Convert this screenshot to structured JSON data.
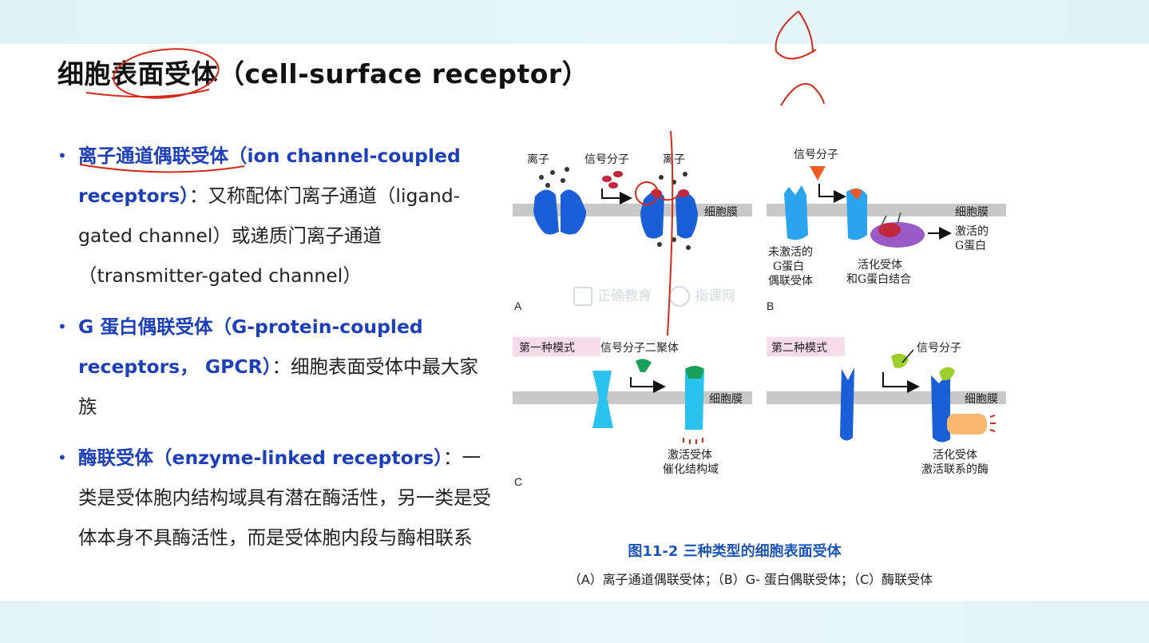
{
  "slide": {
    "title": "细胞表面受体（cell-surface receptor）"
  },
  "bullets": [
    {
      "highlight": "离子通道偶联受体（ion channel-coupled receptors）",
      "rest": "：又称配体门离子通道（ligand-gated channel）或递质门离子通道（transmitter-gated channel）"
    },
    {
      "highlight": "G 蛋白偶联受体（G-protein-coupled receptors， GPCR）",
      "rest": "：细胞表面受体中最大家族"
    },
    {
      "highlight": "酶联受体（enzyme-linked receptors）",
      "rest": "：一类是受体胞内结构域具有潜在酶活性，另一类是受体本身不具酶活性，而是受体胞内段与酶相联系"
    }
  ],
  "figure": {
    "panel_a": {
      "letter": "A",
      "ion_left": "离子",
      "signal": "信号分子",
      "ion_right": "离子",
      "membrane": "细胞膜"
    },
    "panel_b": {
      "letter": "B",
      "signal": "信号分子",
      "membrane": "细胞膜",
      "inactive_1": "未激活的",
      "inactive_2": "G蛋白",
      "inactive_3": "偶联受体",
      "active_1": "活化受体",
      "active_2": "和G蛋白结合",
      "gprotein_1": "激活的",
      "gprotein_2": "G蛋白"
    },
    "panel_c": {
      "letter": "C",
      "mode1": "第一种模式",
      "mode1_signal": "信号分子二聚体",
      "mode1_membrane": "细胞膜",
      "mode1_out_1": "激活受体",
      "mode1_out_2": "催化结构域",
      "mode2": "第二种模式",
      "mode2_signal": "信号分子",
      "mode2_membrane": "细胞膜",
      "mode2_out_1": "活化受体",
      "mode2_out_2": "激活联系的酶"
    },
    "caption": "图11-2 三种类型的细胞表面受体",
    "subcaption": "（A）离子通道偶联受体；（B）G- 蛋白偶联受体；（C）酶联受体"
  },
  "watermark": {
    "brand1": "正确教育",
    "brand2": "指课网"
  },
  "colors": {
    "accent_blue": "#1d3fb8",
    "caption_blue": "#1d56b8",
    "receptor_blue": "#1a5fd6",
    "light_blue": "#38c8f0",
    "membrane_gray": "#c8c8c8",
    "ink_red": "#d42a1a"
  }
}
